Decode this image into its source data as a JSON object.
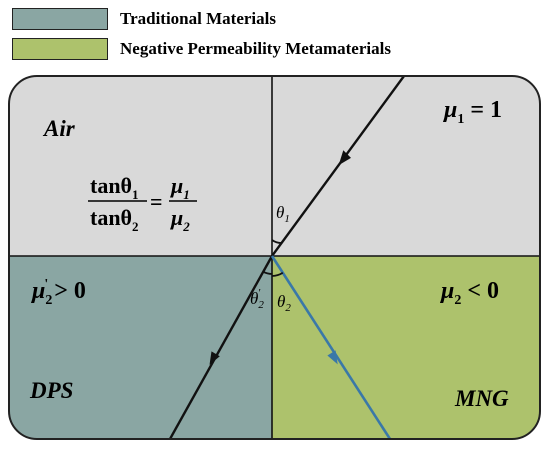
{
  "legend": [
    {
      "label": "Traditional Materials",
      "color": "#8aa6a3"
    },
    {
      "label": "Negative Permeability Metamaterials",
      "color": "#adc26c"
    }
  ],
  "regions": {
    "top": {
      "label": "Air",
      "color": "#d9d9d9"
    },
    "bottom_left": {
      "label": "DPS",
      "color": "#8aa6a3"
    },
    "bottom_right": {
      "label": "MNG",
      "color": "#adc26c"
    }
  },
  "equation": {
    "numerator_left": "tanθ",
    "denominator_left": "tanθ",
    "sub_1": "1",
    "sub_2": "2",
    "equals": "=",
    "mu": "μ"
  },
  "media_labels": {
    "top_right": {
      "mu": "μ",
      "sub": "1",
      "rest": " = 1"
    },
    "bottom_left": {
      "mu": "μ",
      "sub": "2",
      "prime": "'",
      "rest": " > 0"
    },
    "bottom_right": {
      "mu": "μ",
      "sub": "2",
      "rest": " < 0"
    }
  },
  "angles": {
    "incident": {
      "theta": "θ",
      "sub": "1"
    },
    "refracted_normal": {
      "theta": "θ",
      "sub": "2",
      "prime": "'"
    },
    "refracted_negative": {
      "theta": "θ",
      "sub": "2"
    }
  },
  "ray_colors": {
    "normal": "#111111",
    "negative": "#3a78a8"
  }
}
